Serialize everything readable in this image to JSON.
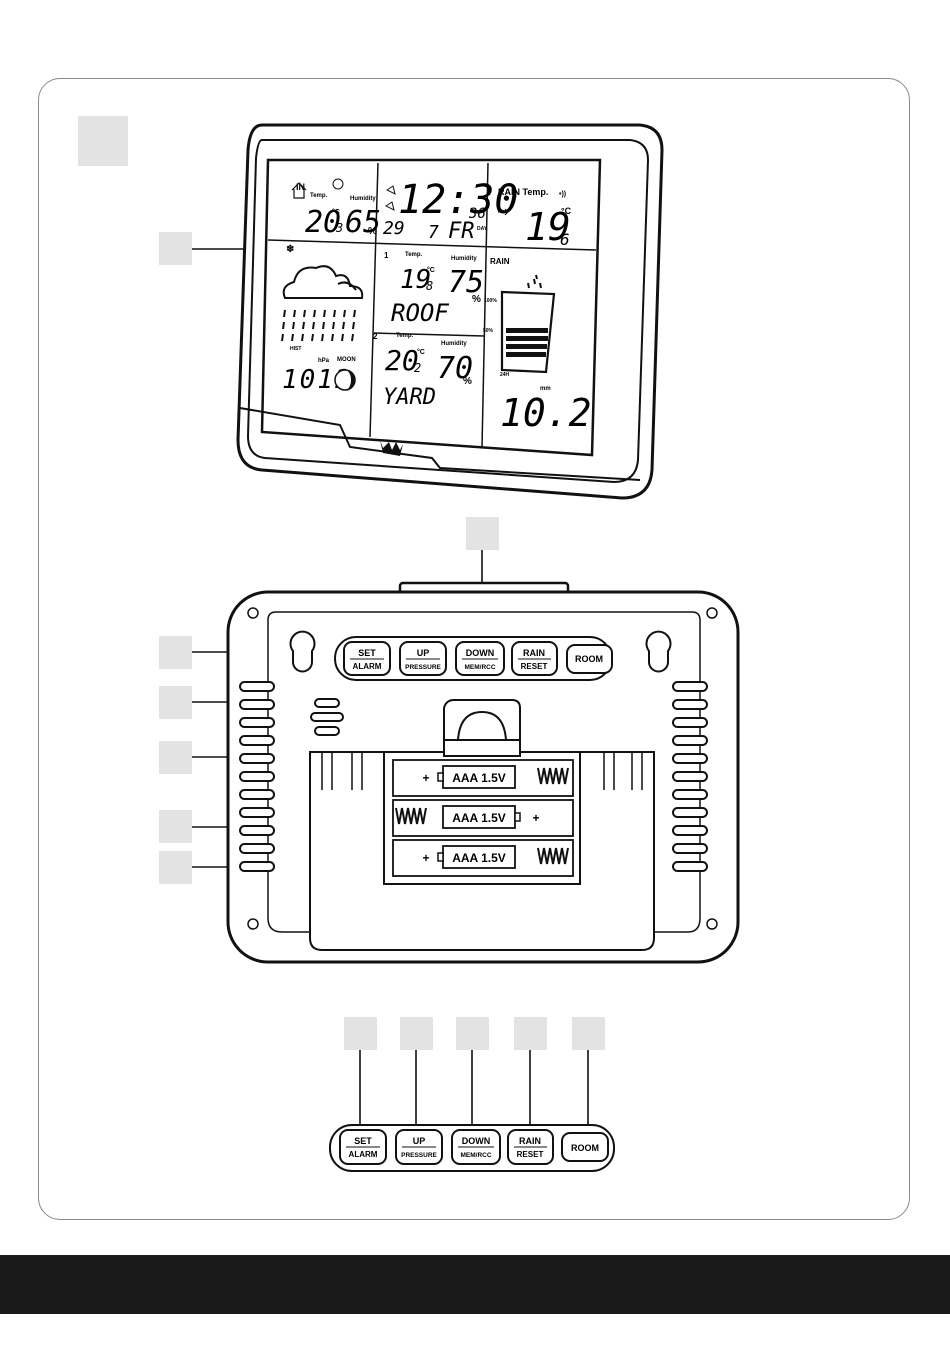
{
  "display": {
    "indoor": {
      "label": "IN",
      "temp_label": "Temp.",
      "humidity_label": "Humidity",
      "temp_int": "20",
      "temp_dec": "3",
      "temp_unit": "°C",
      "humidity": "65",
      "humidity_unit": "%"
    },
    "clock": {
      "time": "12:30",
      "seconds": "36",
      "date_left": "29",
      "date_right": "7",
      "weekday": "FR",
      "day_label": "DAY"
    },
    "rain_temp": {
      "label": "RAIN Temp.",
      "temp_int": "19",
      "temp_dec": "6",
      "temp_unit": "°C"
    },
    "channel1": {
      "channel": "1",
      "temp_label": "Temp.",
      "humidity_label": "Humidity",
      "temp_int": "19",
      "temp_dec": "8",
      "temp_unit": "°C",
      "humidity": "75",
      "humidity_unit": "%",
      "name": "ROOF"
    },
    "channel2": {
      "channel": "2",
      "temp_label": "Temp.",
      "humidity_label": "Humidity",
      "temp_int": "20",
      "temp_dec": "2",
      "temp_unit": "°C",
      "humidity": "70",
      "humidity_unit": "%",
      "name": "YARD"
    },
    "rain": {
      "label": "RAIN",
      "pct_100": "100%",
      "pct_50": "50%",
      "period": "24H",
      "unit": "mm",
      "amount": "10.2"
    },
    "pressure": {
      "hpa_label": "hPa",
      "moon_label": "MOON",
      "hist_label": "HIST",
      "value": "1012"
    }
  },
  "back_buttons": [
    {
      "top": "SET",
      "bottom": "ALARM"
    },
    {
      "top": "UP",
      "bottom": "PRESSURE"
    },
    {
      "top": "DOWN",
      "bottom": "MEM/RCC"
    },
    {
      "top": "RAIN",
      "bottom": "RESET"
    },
    {
      "top": "ROOM",
      "bottom": ""
    }
  ],
  "batteries": [
    {
      "label": "AAA  1.5V",
      "polarity": "+"
    },
    {
      "label": "AAA  1.5V",
      "polarity": "+"
    },
    {
      "label": "AAA  1.5V",
      "polarity": "+"
    }
  ]
}
